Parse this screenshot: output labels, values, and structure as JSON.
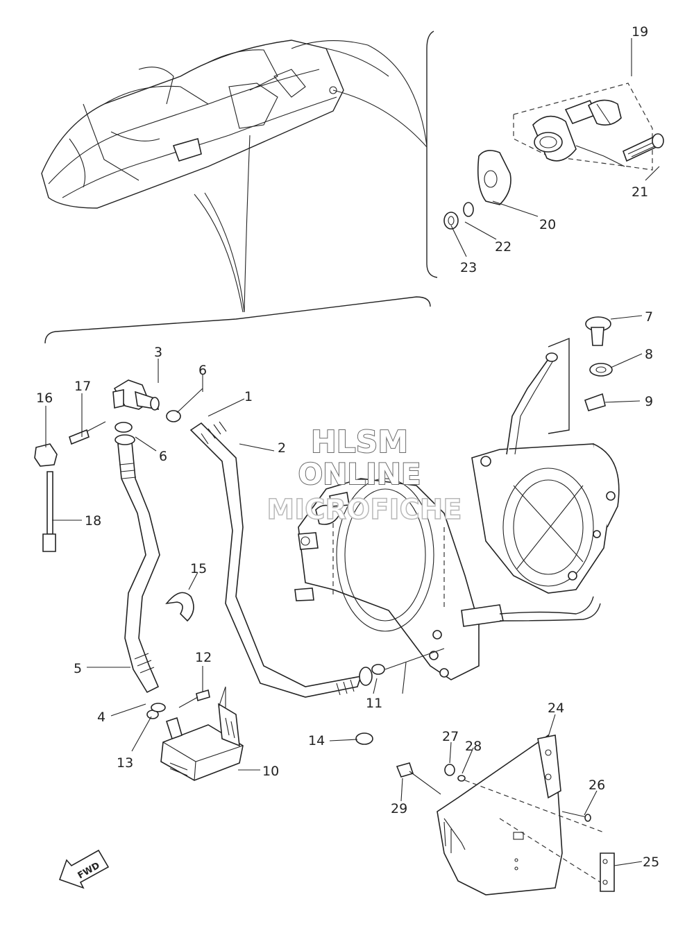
{
  "watermark": {
    "line1": "HLSM",
    "line2": "ONLINE",
    "line3": "MICROFICHE"
  },
  "direction_label": "FWD",
  "callouts": [
    "1",
    "2",
    "3",
    "4",
    "5",
    "6",
    "6",
    "7",
    "8",
    "9",
    "10",
    "11",
    "12",
    "13",
    "14",
    "15",
    "16",
    "17",
    "18",
    "19",
    "20",
    "21",
    "22",
    "23",
    "24",
    "25",
    "26",
    "27",
    "28",
    "29"
  ]
}
